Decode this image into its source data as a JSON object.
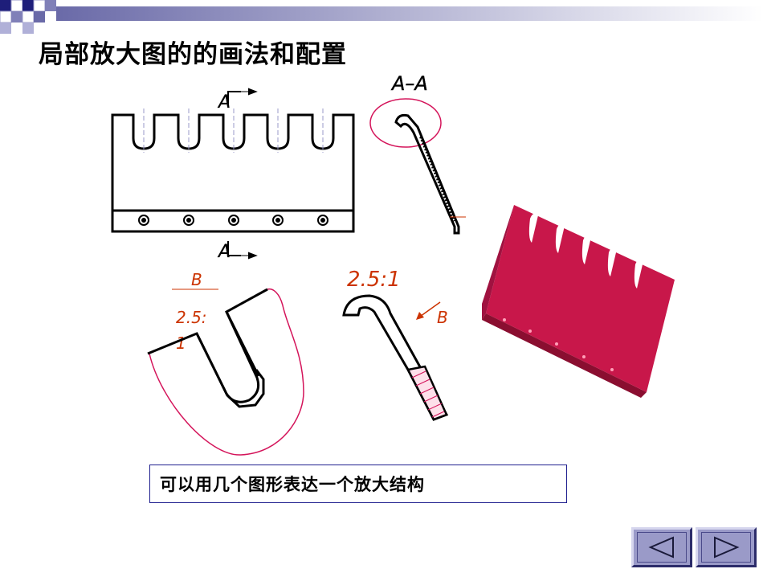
{
  "slide": {
    "title": "局部放大图的的画法和配置"
  },
  "drawing_labels": {
    "section_top": "A",
    "section_bottom": "A",
    "section_view_title": "A–A",
    "detail_b_letter": "B",
    "detail_b_scale_line1": "2.5:",
    "detail_b_scale_line2": "1",
    "detail_hook_scale": "2.5:1",
    "view_arrow_b": "B"
  },
  "caption": {
    "text": "可以用几个图形表达一个放大结构"
  },
  "nav": {
    "prev_icon": "triangle-left-icon",
    "next_icon": "triangle-right-icon"
  },
  "colors": {
    "accent_red": "#cc3300",
    "part_crimson": "#c8174a",
    "nav_fill": "#9a9ac8",
    "circle_red": "#d4145a",
    "caption_border": "#1f1f8f"
  }
}
